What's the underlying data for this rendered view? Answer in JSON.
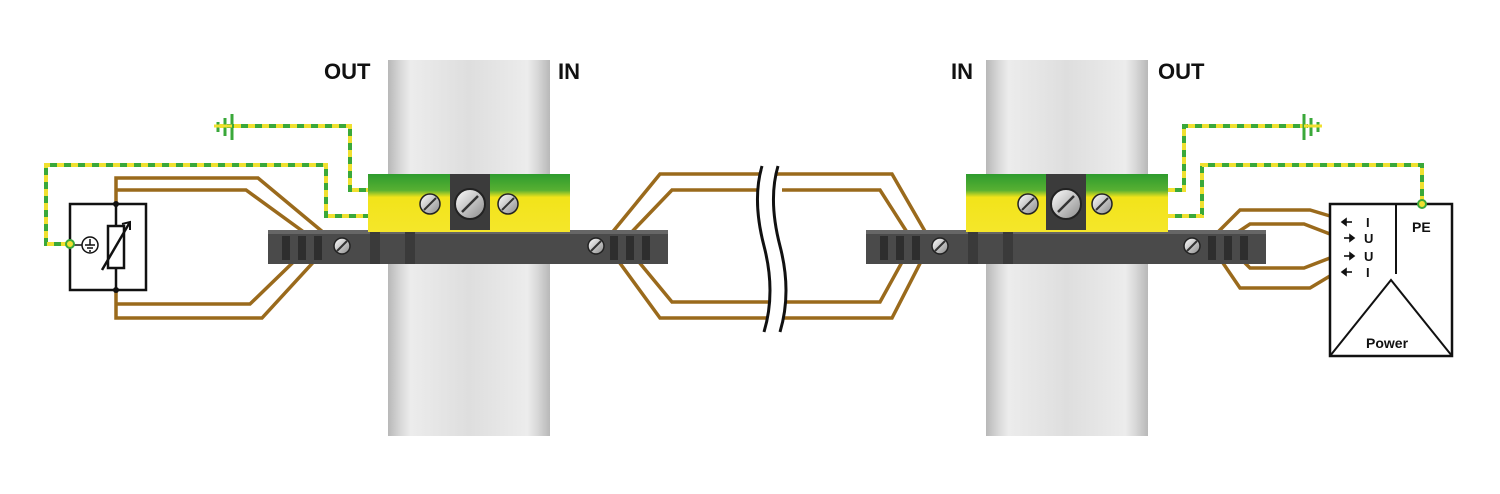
{
  "labels": {
    "left_out": "OUT",
    "left_in": "IN",
    "right_in": "IN",
    "right_out": "OUT",
    "pe": "PE",
    "power": "Power",
    "signal_letters": [
      "I",
      "U",
      "U",
      "I"
    ]
  },
  "colors": {
    "wire": "#9a6a1c",
    "earth_green": "#3aa83a",
    "earth_yellow": "#f0e030",
    "rail_light": "#e8e8e8",
    "rail_dark": "#bdbdbd",
    "terminal_block": "#4a4a4a",
    "clamp_green": "#2f9a2f",
    "clamp_yellow": "#f2e41a"
  },
  "icons": [
    "ground-symbol-icon",
    "earth-terminal-icon",
    "screw-icon",
    "variable-resistor-icon"
  ]
}
